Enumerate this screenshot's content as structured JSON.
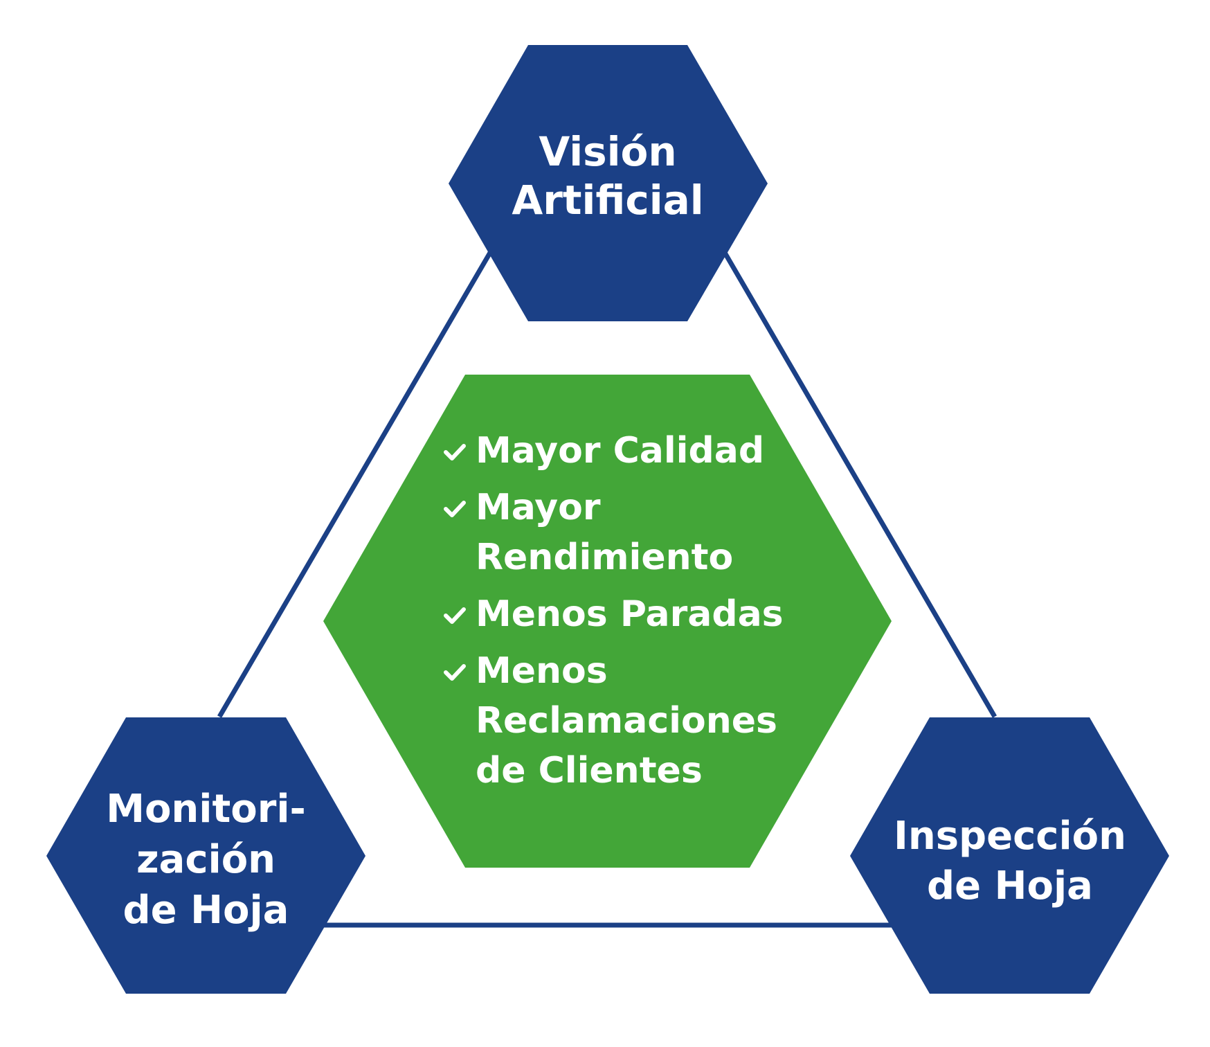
{
  "colors": {
    "navy": "#1b4086",
    "green": "#43a638",
    "text": "#ffffff",
    "background": "#ffffff"
  },
  "nodes": {
    "top": {
      "lines": [
        "Visión",
        "Artificial"
      ]
    },
    "left": {
      "lines": [
        "Monitori-",
        "zación",
        "de Hoja"
      ]
    },
    "right": {
      "lines": [
        "Inspección",
        "de Hoja"
      ]
    }
  },
  "center": {
    "icon": "check-icon",
    "items": [
      {
        "lines": [
          "Mayor Calidad"
        ]
      },
      {
        "lines": [
          "Mayor",
          "Rendimiento"
        ]
      },
      {
        "lines": [
          "Menos Paradas"
        ]
      },
      {
        "lines": [
          "Menos",
          "Reclamaciones",
          "de Clientes"
        ]
      }
    ]
  }
}
